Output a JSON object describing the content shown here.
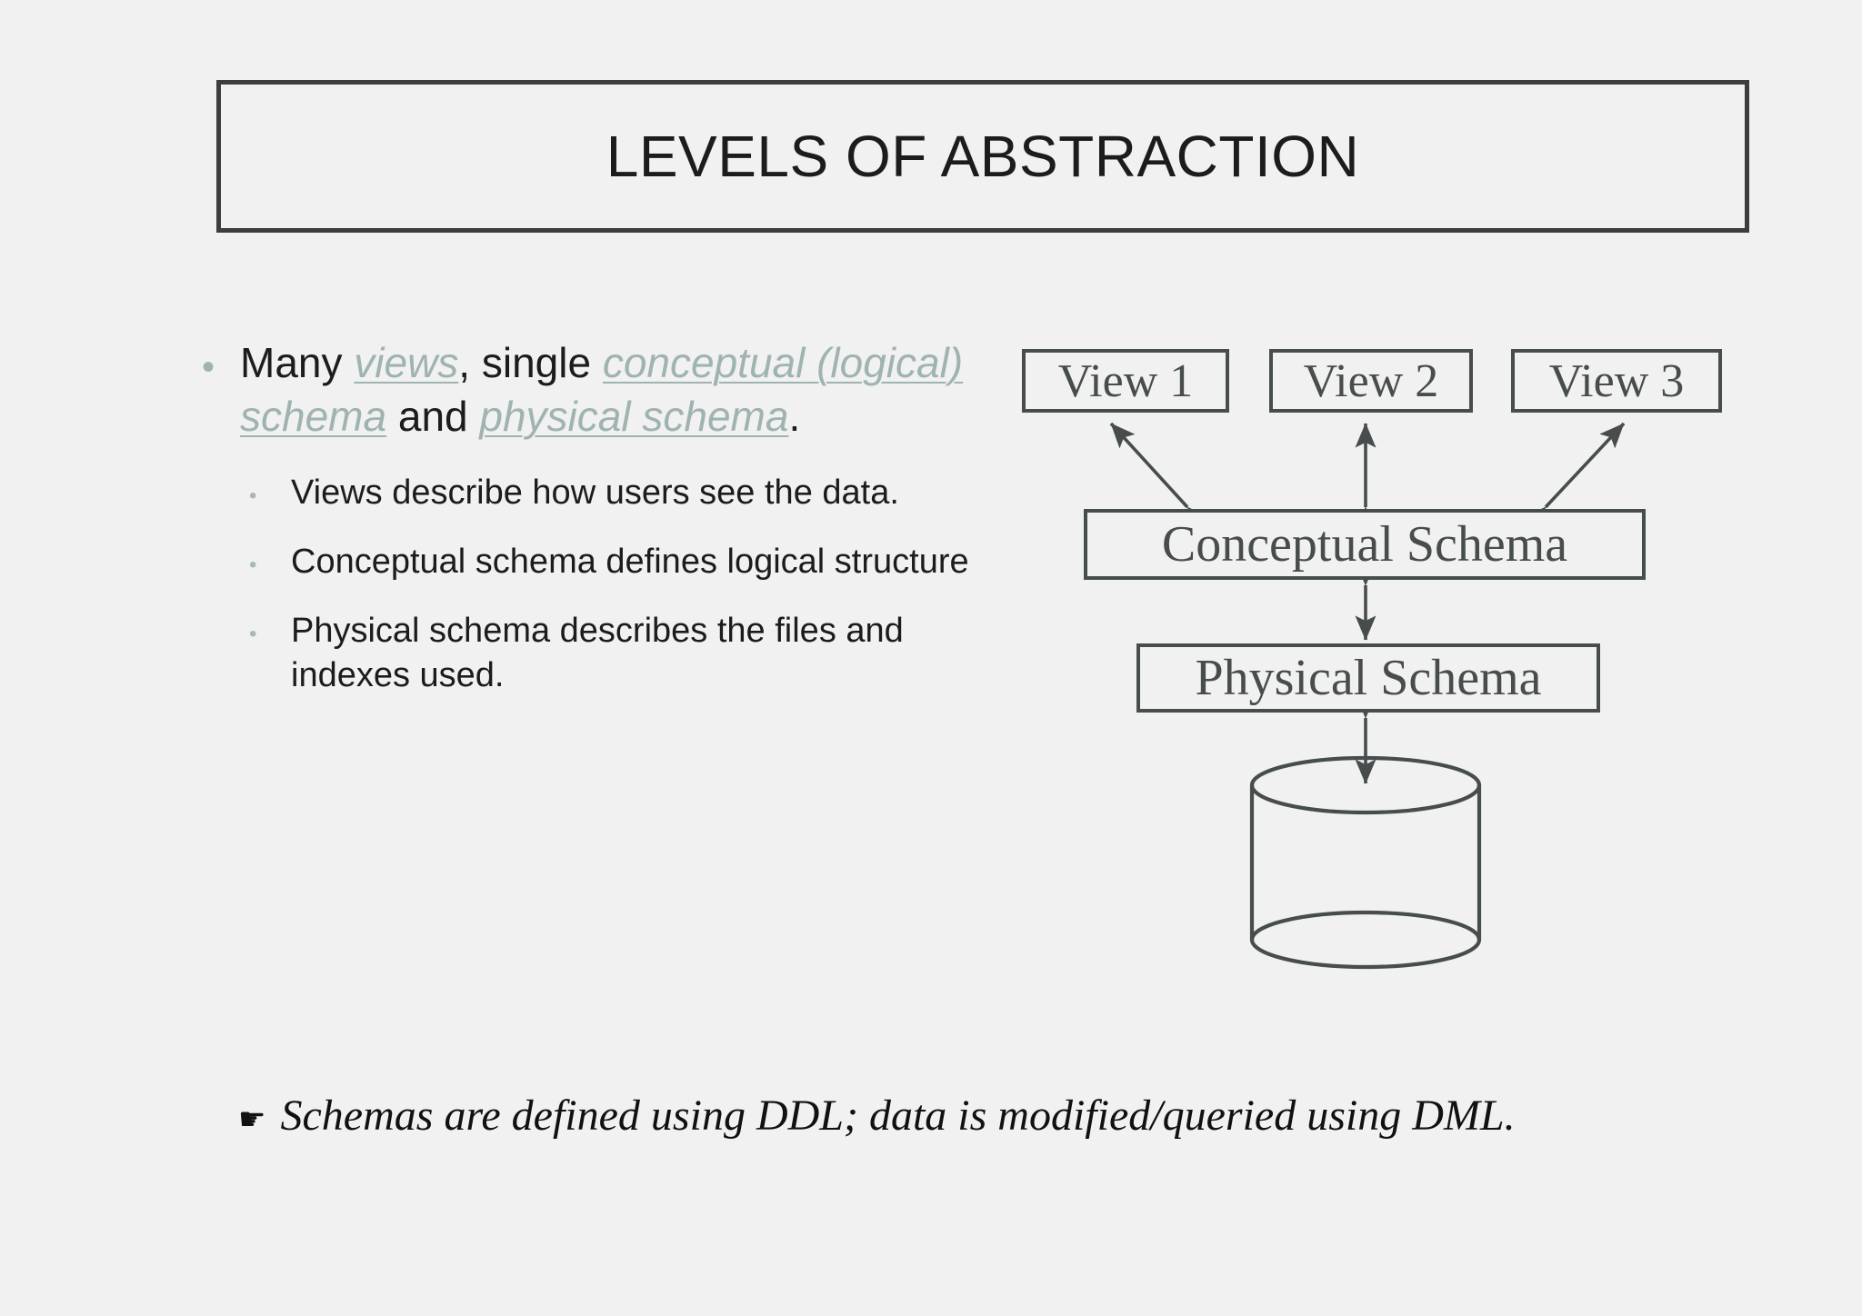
{
  "slide": {
    "background_color": "#f1f1f1",
    "title": "LEVELS OF ABSTRACTION"
  },
  "accent_colors": {
    "link_text": "#9fb3b1",
    "bullet_dot": "#9fb3b1",
    "diagram_stroke": "#474c4c",
    "body_text": "#1c1c1c",
    "title_border": "#3d3d3d"
  },
  "body": {
    "main_bullet": {
      "marker": "•",
      "parts": [
        {
          "text": "Many ",
          "style": "plain"
        },
        {
          "text": "views",
          "style": "link"
        },
        {
          "text": ", single ",
          "style": "plain"
        },
        {
          "text": "conceptual (logical) schema",
          "style": "link"
        },
        {
          "text": " and ",
          "style": "plain"
        },
        {
          "text": "physical schema",
          "style": "link"
        },
        {
          "text": ".",
          "style": "plain"
        }
      ]
    },
    "sub_bullets": [
      {
        "marker": "•",
        "text": "Views describe how users see the data."
      },
      {
        "marker": "•",
        "text": "Conceptual schema defines logical structure"
      },
      {
        "marker": "•",
        "text": "Physical schema describes the files and indexes used."
      }
    ]
  },
  "footer": {
    "marker": "☛",
    "text": "Schemas are defined using DDL; data is modified/queried using DML."
  },
  "diagram": {
    "type": "three-level-schema-architecture",
    "boxes": [
      {
        "id": "view1",
        "label": "View 1"
      },
      {
        "id": "view2",
        "label": "View 2"
      },
      {
        "id": "view3",
        "label": "View 3"
      },
      {
        "id": "conceptual",
        "label": "Conceptual Schema"
      },
      {
        "id": "physical",
        "label": "Physical Schema"
      }
    ],
    "storage_shape": "database-cylinder",
    "connectors": [
      {
        "from": "conceptual",
        "to": "view1",
        "arrow": "double"
      },
      {
        "from": "conceptual",
        "to": "view2",
        "arrow": "double"
      },
      {
        "from": "conceptual",
        "to": "view3",
        "arrow": "double"
      },
      {
        "from": "physical",
        "to": "conceptual",
        "arrow": "double"
      },
      {
        "from": "database-cylinder",
        "to": "physical",
        "arrow": "double"
      }
    ]
  }
}
